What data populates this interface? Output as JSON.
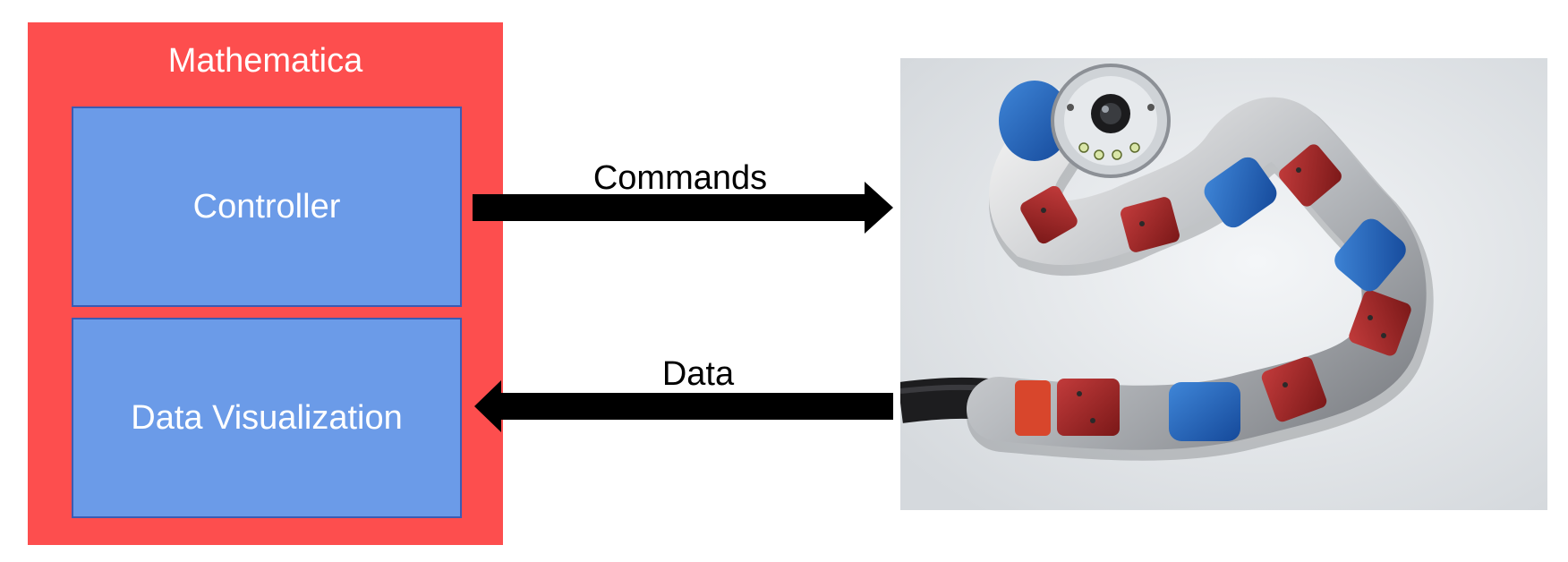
{
  "diagram": {
    "outer_box": {
      "label": "Mathematica",
      "color": "#fd4e4e"
    },
    "inner_boxes": [
      {
        "label": "Controller",
        "color": "#6b9be8"
      },
      {
        "label": "Data Visualization",
        "color": "#6b9be8"
      }
    ],
    "arrows": [
      {
        "label": "Commands",
        "direction": "right"
      },
      {
        "label": "Data",
        "direction": "left"
      }
    ],
    "photo": {
      "subject": "snake-robot",
      "icon": "snake-robot-photo"
    }
  }
}
